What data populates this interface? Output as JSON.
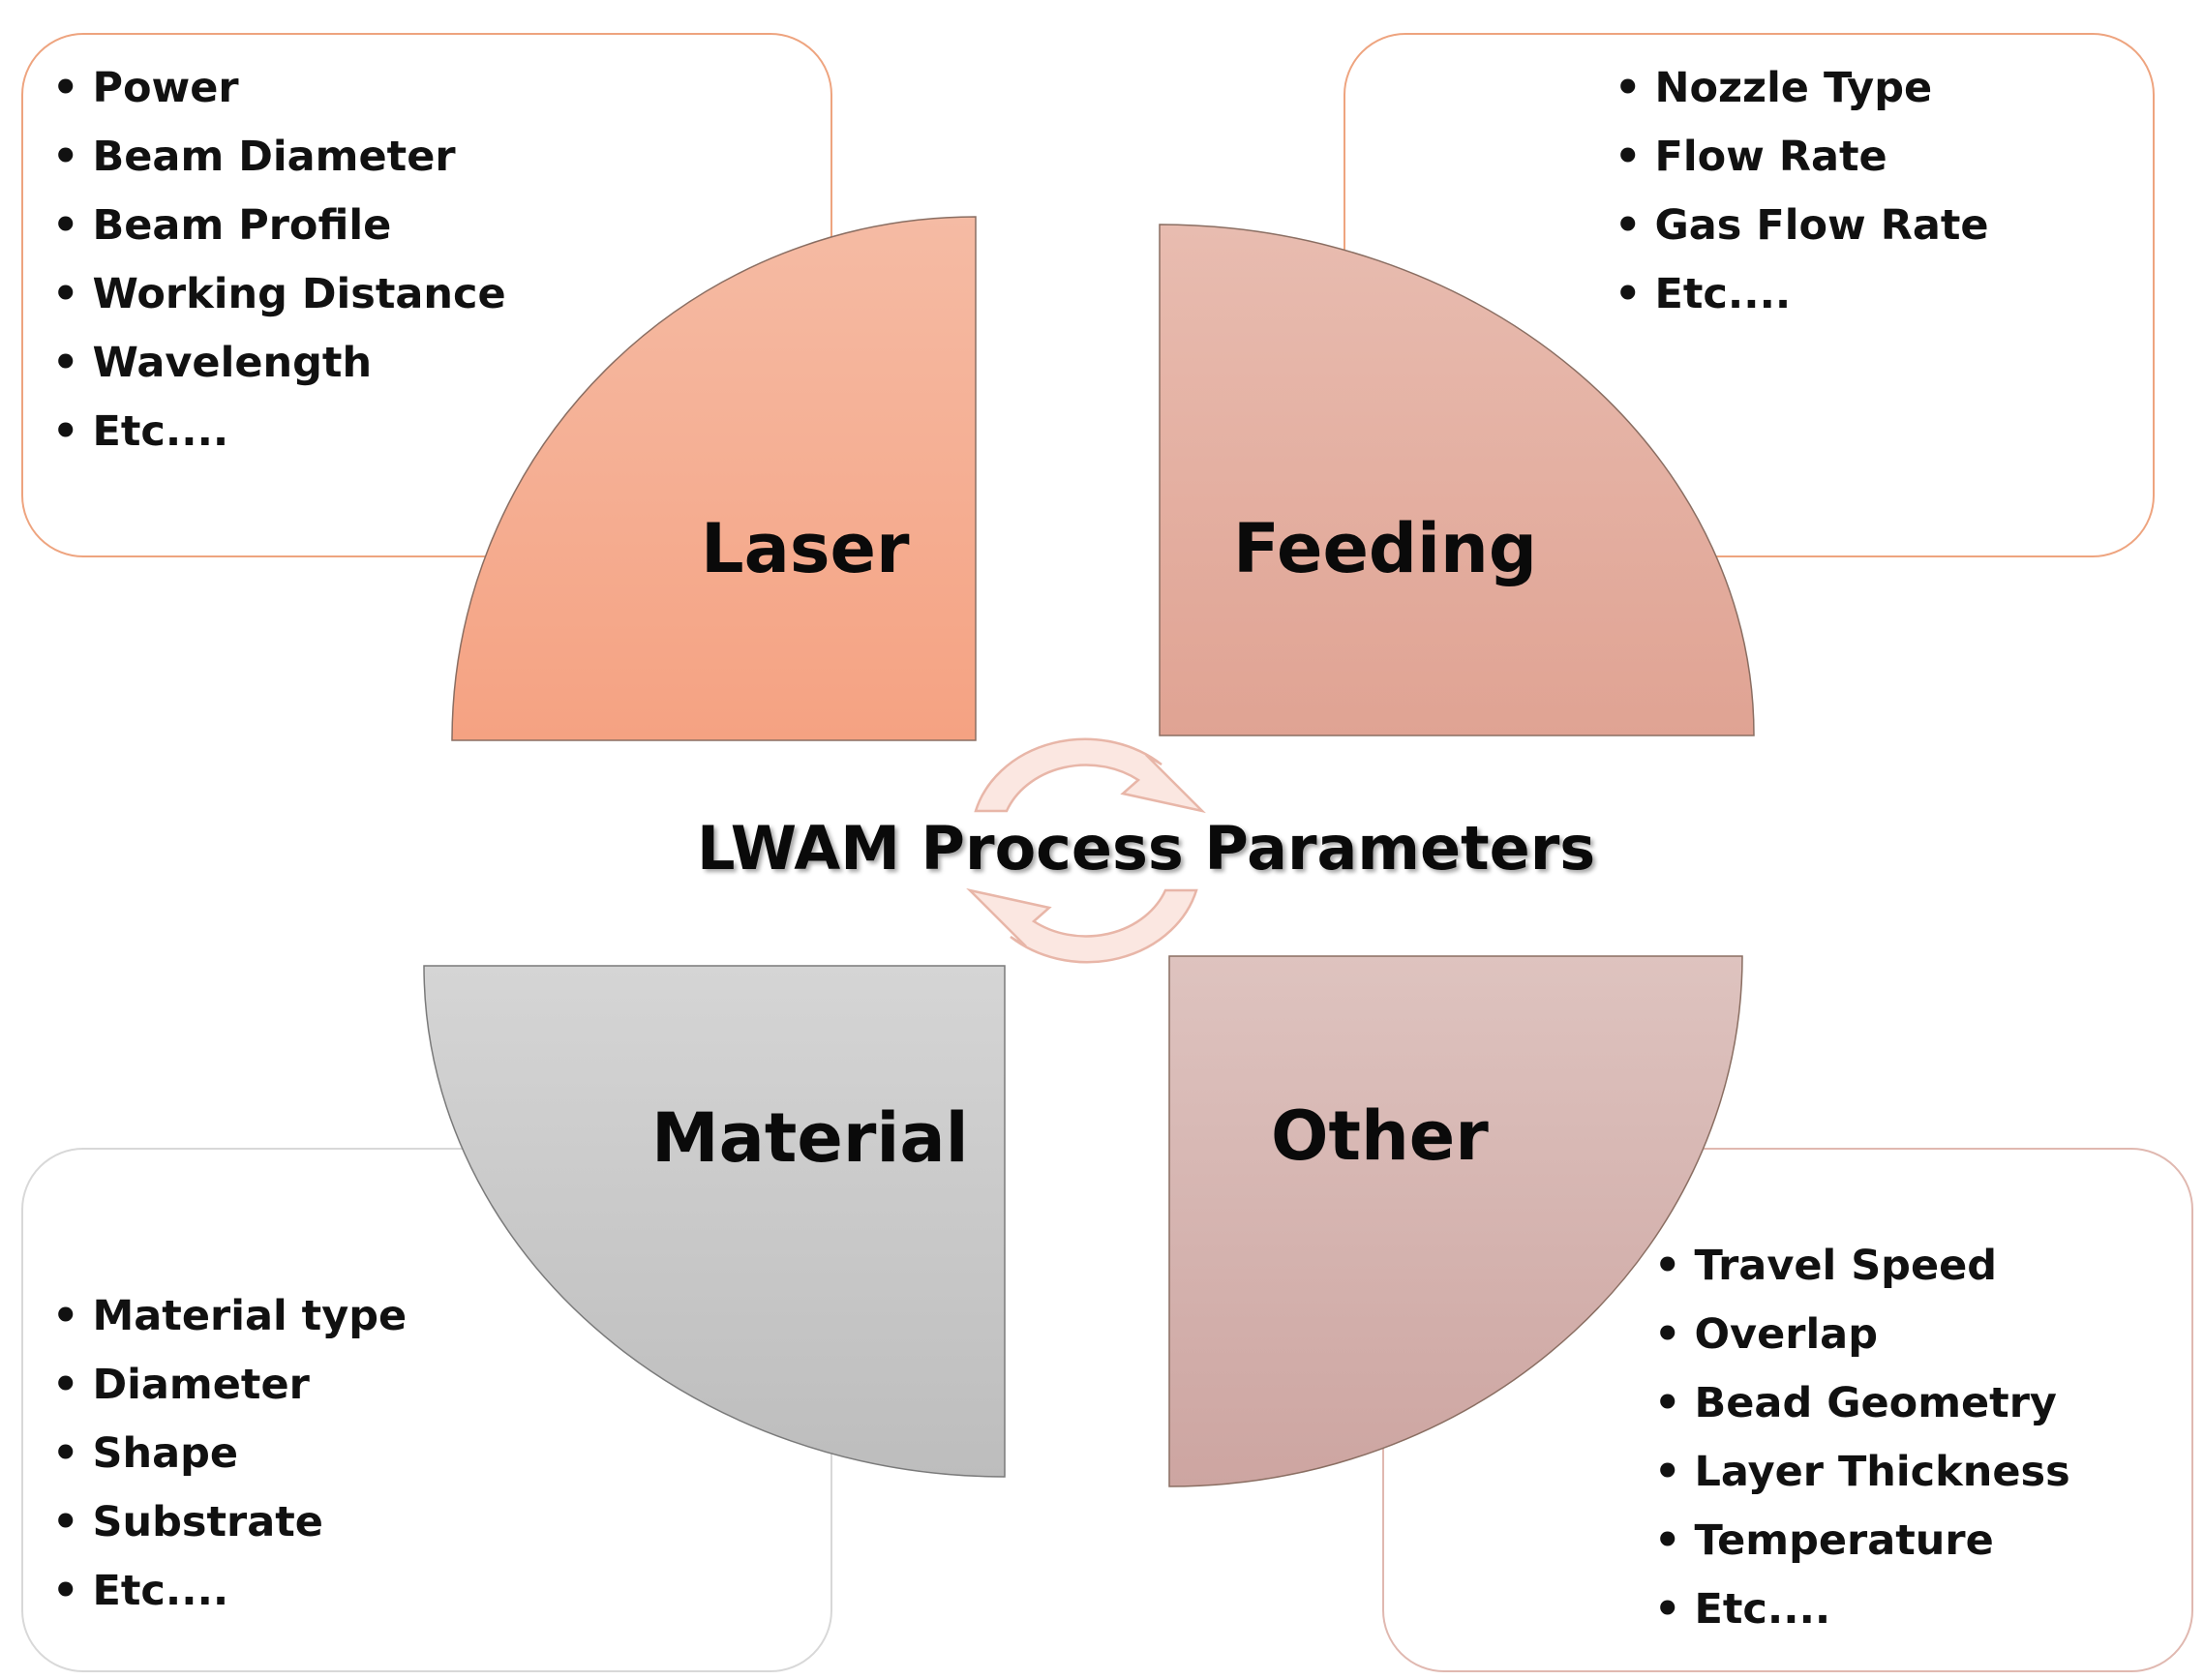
{
  "center": {
    "title": "LWAM Process Parameters"
  },
  "quadrants": {
    "laser": {
      "label": "Laser",
      "items": [
        "Power",
        "Beam Diameter",
        "Beam Profile",
        "Working Distance",
        "Wavelength",
        "Etc...."
      ]
    },
    "feeding": {
      "label": "Feeding",
      "items": [
        "Nozzle Type",
        "Flow Rate",
        "Gas Flow Rate",
        "Etc...."
      ]
    },
    "material": {
      "label": "Material",
      "items": [
        "Material type",
        "Diameter",
        "Shape",
        "Substrate",
        "Etc...."
      ]
    },
    "other": {
      "label": "Other",
      "items": [
        "Travel Speed",
        "Overlap",
        "Bead Geometry",
        "Layer Thickness",
        "Temperature",
        "Etc...."
      ]
    }
  },
  "colors": {
    "laser": "#f5a585",
    "feeding": "#e2a696",
    "material": "#c3c3c3",
    "other": "#d3afab",
    "box_border": "#eea47f",
    "arrow": "#f3cfc5"
  }
}
